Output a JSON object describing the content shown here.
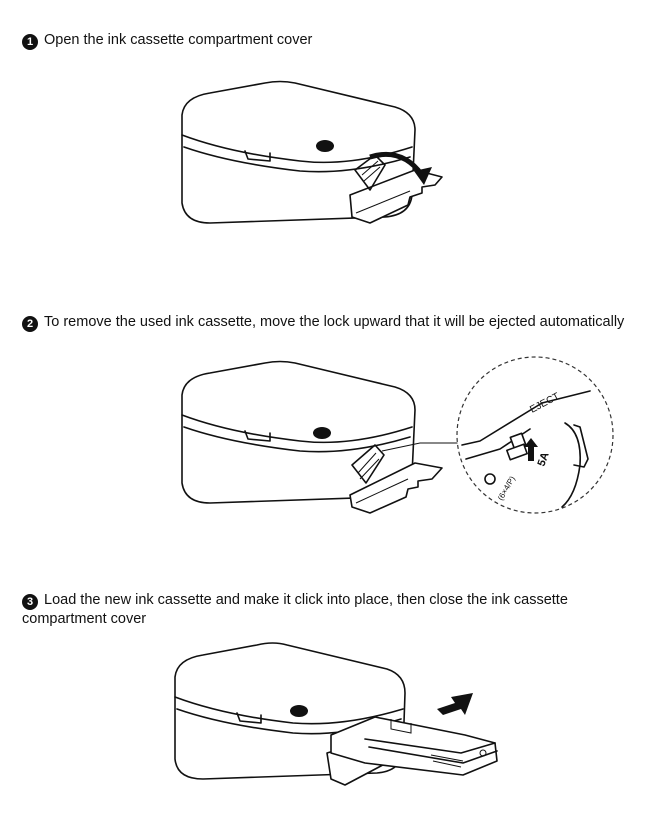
{
  "steps": [
    {
      "number": "1",
      "text": "Open the ink cassette compartment cover"
    },
    {
      "number": "2",
      "text": "To remove the used ink cassette, move the lock upward that it will be ejected automatically"
    },
    {
      "number": "3",
      "text": "Load the new ink cassette and make it click into place, then close the ink cassette compartment cover"
    }
  ],
  "detail_labels": {
    "eject": "EJECT",
    "size": "5A",
    "model": "(6×4/P)"
  }
}
